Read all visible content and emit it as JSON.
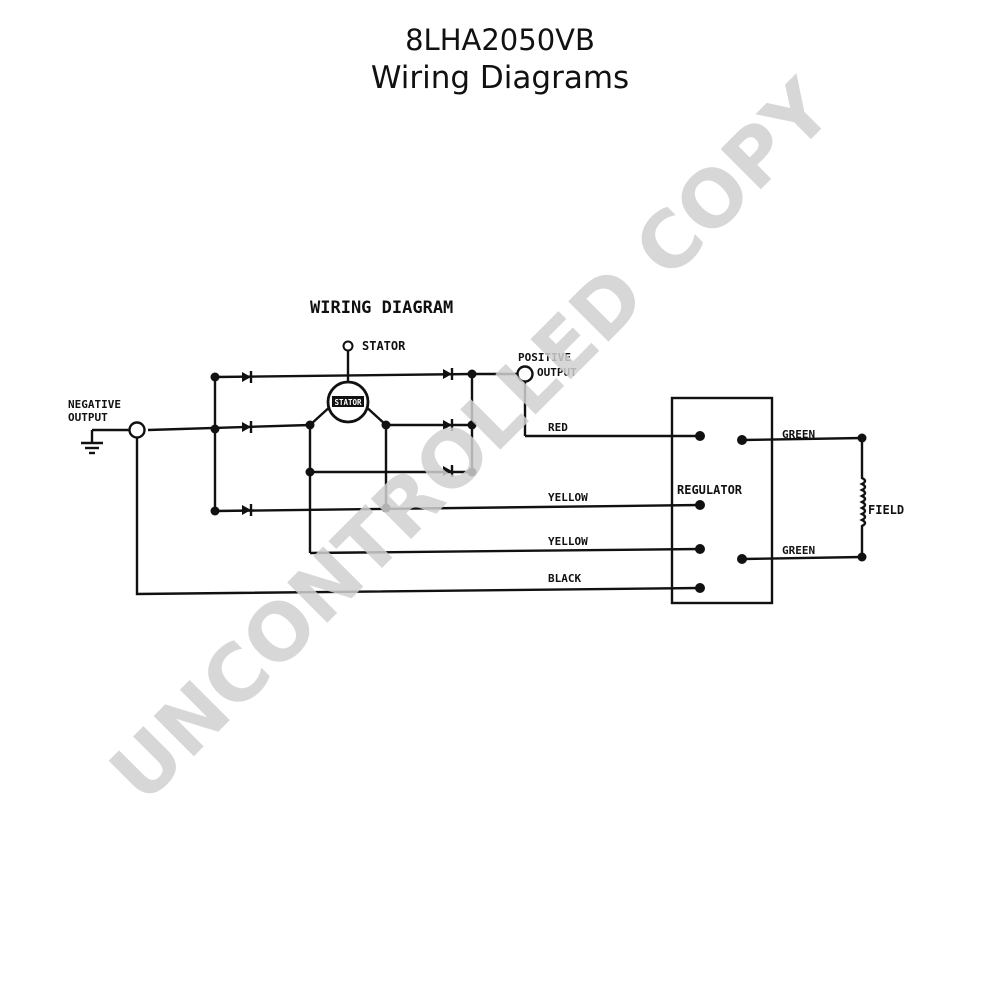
{
  "header": {
    "title": "8LHA2050VB",
    "subtitle": "Wiring Diagrams"
  },
  "diagram": {
    "heading": "WIRING DIAGRAM",
    "labels": {
      "stator_terminal": "STATOR",
      "stator_coil": "STATOR",
      "positive_line1": "POSITIVE",
      "positive_line2": "OUTPUT",
      "negative_line1": "NEGATIVE",
      "negative_line2": "OUTPUT",
      "regulator": "REGULATOR",
      "field": "FIELD",
      "red_wire": "RED",
      "yellow_wire_1": "YELLOW",
      "yellow_wire_2": "YELLOW",
      "black_wire": "BLACK",
      "green_wire_1": "GREEN",
      "green_wire_2": "GREEN"
    }
  },
  "watermark": "UNCONTROLLED COPY",
  "colors": {
    "ink": "#111111",
    "watermark": "#d0d0d0"
  }
}
